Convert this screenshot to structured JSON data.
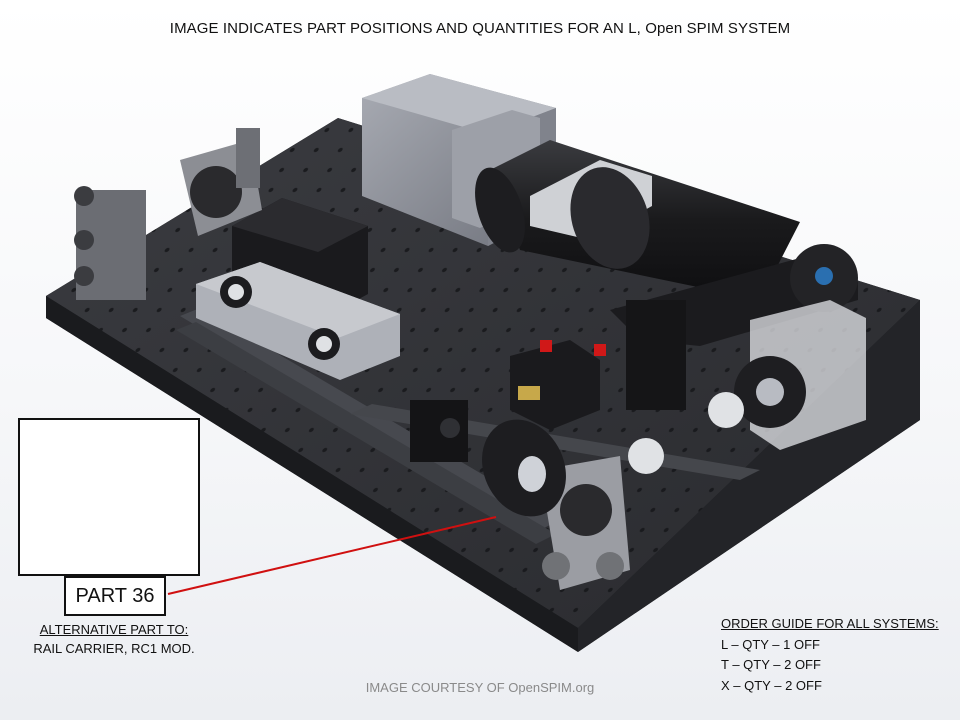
{
  "title": "IMAGE INDICATES PART POSITIONS AND QUANTITIES FOR AN L, Open SPIM SYSTEM",
  "callout": {
    "part_label": "PART 36",
    "alternative_heading": "ALTERNATIVE PART TO:",
    "alternative_text": "RAIL CARRIER, RC1 MOD."
  },
  "courtesy": "IMAGE  COURTESY OF OpenSPIM.org",
  "order_guide": {
    "heading": "ORDER GUIDE FOR ALL SYSTEMS:",
    "lines": [
      "L – QTY – 1 OFF",
      "T – QTY – 2 OFF",
      "X – QTY – 2 OFF"
    ]
  },
  "colors": {
    "breadboard": "#2e2f33",
    "camera_body": "#8f929b",
    "part_body": "#1c1c1e",
    "leader_line": "#d01010",
    "knob_red": "#d01818"
  }
}
